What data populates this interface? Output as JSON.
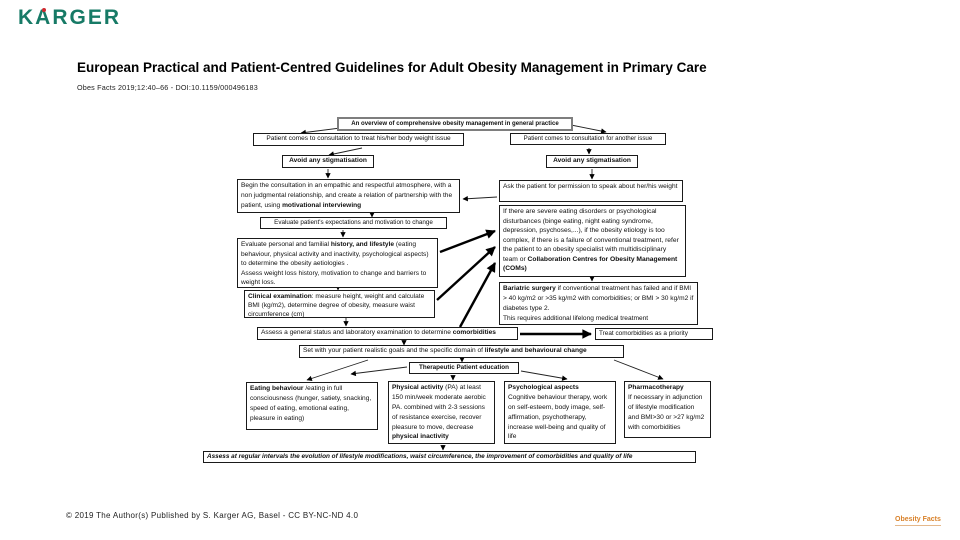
{
  "brand": {
    "logo_text": "KARGER",
    "green": "#177a66",
    "dot_red": "#d0282e",
    "journal_orange": "#d9822b"
  },
  "header": {
    "title": "European Practical and Patient-Centred Guidelines for Adult Obesity Management in Primary Care",
    "citation": "Obes Facts 2019;12:40–66 -  DOI:10.1159/000496183"
  },
  "flow": {
    "overview": "An overview of comprehensive obesity management in general practice",
    "left_start": "Patient comes to consultation to treat his/her body weight issue",
    "right_start": "Patient comes to consultation for another issue",
    "stigma": "Avoid any stigmatisation",
    "begin_pre": "Begin the consultation in an empathic and respectful atmosphere, with a non judgmental relationship, and create a relation of partnership with the patient, using ",
    "begin_bold": "motivational interviewing",
    "expectations": "Evaluate patient's expectations and motivation to change",
    "history_pre": "Evaluate personal and familial ",
    "history_bold": "history, and lifestyle",
    "history_rest": " (eating behaviour, physical activity and inactivity, psychological aspects) to determine the obesity aetiologies .",
    "history_line2": "Assess weight loss history, motivation to change and barriers to weight loss.",
    "clinical_bold": "Clinical examination",
    "clinical_rest": ": measure height, weight and calculate BMI (kg/m2), determine degree of obesity, measure waist circumference (cm)",
    "assess_pre": "Assess a general status and laboratory examination to determine ",
    "assess_bold": "comorbidities",
    "treat": "Treat comorbidities as a priority",
    "goals_pre": "Set with your patient realistic goals and the specific domain of ",
    "goals_bold": "lifestyle and behavioural change",
    "tpe": "Therapeutic Patient education",
    "ask": "Ask the patient for permission to speak about her/his weight",
    "refer_pre": "If there are severe eating disorders or psychological disturbances (binge eating, night eating syndrome, depression, psychoses,...), if the obesity etiology is too complex, if there is a failure of conventional treatment, refer the patient to an obesity specialist with multidisciplinary team or ",
    "refer_bold": "Collaboration Centres for Obesity Management (COMs)",
    "bariatric_bold": "Bariatric surgery",
    "bariatric_rest": " if conventional treatment has failed and if BMI > 40 kg/m2 or >35 kg/m2 with comorbidities; or BMI > 30 kg/m2 if diabetes type 2.",
    "bariatric_line2": "This requires additional lifelong medical treatment",
    "eating_bold": "Eating behaviour",
    "eating_rest": " /eating in full consciousness (hunger, satiety, snacking, speed of eating, emotional eating, pleasure in eating)",
    "physical_bold": "Physical activity",
    "physical_mid": " (PA) at least 150 min/week moderate aerobic PA. combined with 2-3 sessions of resistance exercise, recover pleasure to move, decrease ",
    "physical_bold2": "physical inactivity",
    "psych_bold": "Psychological aspects",
    "psych_rest": "Cognitive behaviour therapy, work on self-esteem, body image, self-affirmation, psychotherapy, increase well-being and quality of life",
    "pharma_bold": "Pharmacotherapy",
    "pharma_rest": "If necessary in adjunction of lifestyle modification and BMI>30 or >27 kg/m2 with comorbidities",
    "assess_regular": "Assess at regular intervals the evolution of lifestyle modifications, waist circumference, the improvement of comorbidities and quality of life"
  },
  "footer": {
    "copyright": "© 2019 The Author(s) Published by S. Karger AG, Basel  -  CC BY-NC-ND 4.0",
    "journal": "Obesity Facts"
  }
}
